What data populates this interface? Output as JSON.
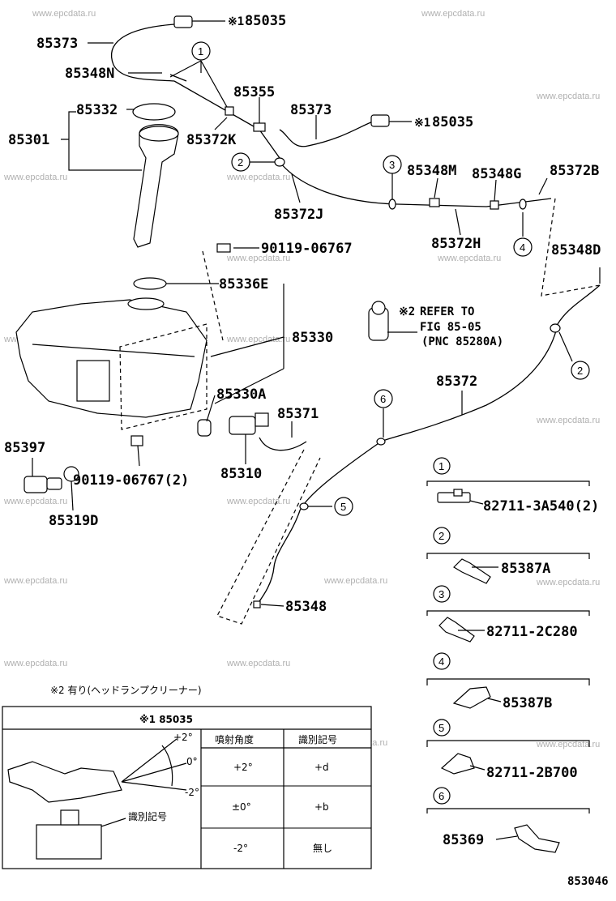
{
  "watermark": "www.epcdata.ru",
  "labels": {
    "p85035_top": "85035",
    "p85373_a": "85373",
    "p85348n": "85348N",
    "p85355": "85355",
    "p85332": "85332",
    "p85373_b": "85373",
    "p85035_mid": "85035",
    "p85301": "85301",
    "p85372k": "85372K",
    "p85348m": "85348M",
    "p85348g": "85348G",
    "p85372b": "85372B",
    "p85372j": "85372J",
    "p85372h": "85372H",
    "p90119_a": "90119-06767",
    "p85348d": "85348D",
    "p85336e": "85336E",
    "p85330": "85330",
    "p85330a": "85330A",
    "p85371": "85371",
    "p85372": "85372",
    "p85397": "85397",
    "p85310": "85310",
    "p90119_b": "90119-06767(2)",
    "p85319d": "85319D",
    "p85348": "85348",
    "ref1": "REFER TO",
    "ref2": "FIG 85-05",
    "ref3": "(PNC 85280A)",
    "note_mark": "※2",
    "kome1": "※1",
    "kome1b": "※1",
    "diagram_no": "853046"
  },
  "callouts": [
    "1",
    "2",
    "3",
    "4",
    "5",
    "6"
  ],
  "legend": [
    {
      "num": "1",
      "part": "82711-3A540(2)"
    },
    {
      "num": "2",
      "part": "85387A"
    },
    {
      "num": "3",
      "part": "82711-2C280"
    },
    {
      "num": "4",
      "part": "85387B"
    },
    {
      "num": "5",
      "part": "82711-2B700"
    },
    {
      "num": "6",
      "part": "85369"
    }
  ],
  "note_headlamp": "※2 有り(ヘッドランプクリーナー)",
  "nozzle_table": {
    "title": "※1 85035",
    "col1": "噴射角度",
    "col2": "識別記号",
    "rows": [
      {
        "angle": "+2°",
        "code": "+d"
      },
      {
        "angle": "±0°",
        "code": "+b"
      },
      {
        "angle": "-2°",
        "code": "無し"
      }
    ],
    "angle_marks": [
      "+2°",
      "0°",
      "-2°"
    ],
    "id_label": "識別記号"
  }
}
